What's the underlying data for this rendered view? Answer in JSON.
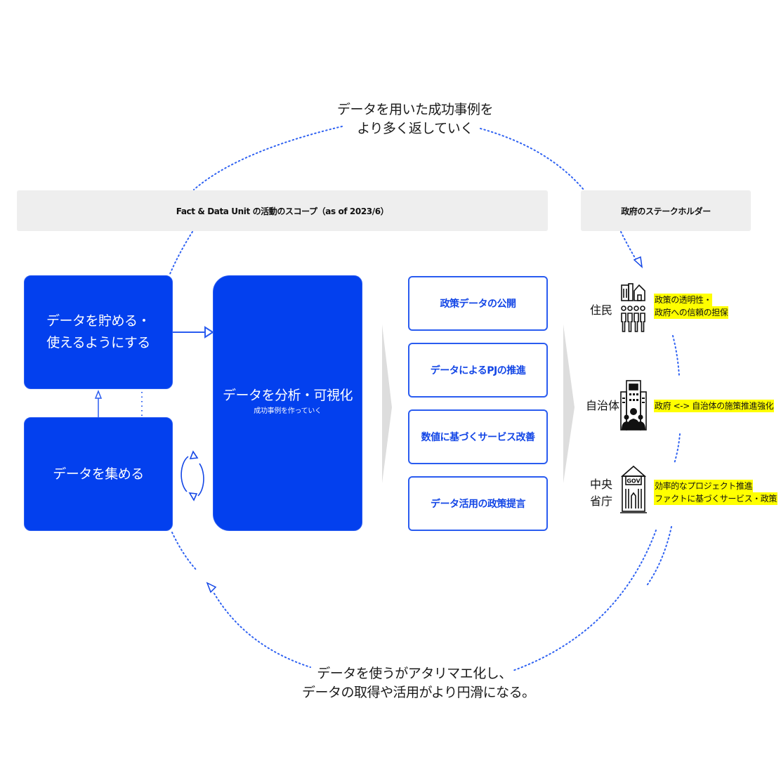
{
  "colors": {
    "primary_blue": "#0340ee",
    "outline_blue": "#2a5cf0",
    "header_gray": "#eeeeee",
    "chevron_gray": "#dddddd",
    "highlight_yellow": "#ffff00",
    "dotted_blue": "#2f62f2"
  },
  "cycle": {
    "top_line1": "データを用いた成功事例を",
    "top_line2": "より多く返していく",
    "bottom_line1": "データを使うがアタリマエ化し、",
    "bottom_line2": "データの取得や活用がより円滑になる。"
  },
  "scope_header": "Fact & Data Unit の活動のスコープ（as of 2023/6）",
  "stakeholder_header": "政府のステークホルダー",
  "activities": {
    "store": {
      "line1": "データを貯める・",
      "line2": "使えるようにする"
    },
    "collect": {
      "label": "データを集める"
    },
    "analyze": {
      "label": "データを分析・可視化",
      "sublabel": "成功事例を作っていく"
    }
  },
  "outcomes": [
    {
      "label": "政策データの公開"
    },
    {
      "label": "データによるPJの推進"
    },
    {
      "label": "数値に基づくサービス改善"
    },
    {
      "label": "データ活用の政策提言"
    }
  ],
  "stakeholders": [
    {
      "name": "住民",
      "icon": "residents-icon",
      "notes": [
        "政策の透明性・",
        "政府への信頼の担保"
      ]
    },
    {
      "name": "自治体",
      "icon": "municipality-icon",
      "notes": [
        "政府 <-> 自治体の施策推進強化"
      ]
    },
    {
      "name_line1": "中央",
      "name_line2": "省庁",
      "icon": "government-building-icon",
      "icon_text": "GOV",
      "notes": [
        "効率的なプロジェクト推進",
        "ファクトに基づくサービス・政策"
      ]
    }
  ]
}
